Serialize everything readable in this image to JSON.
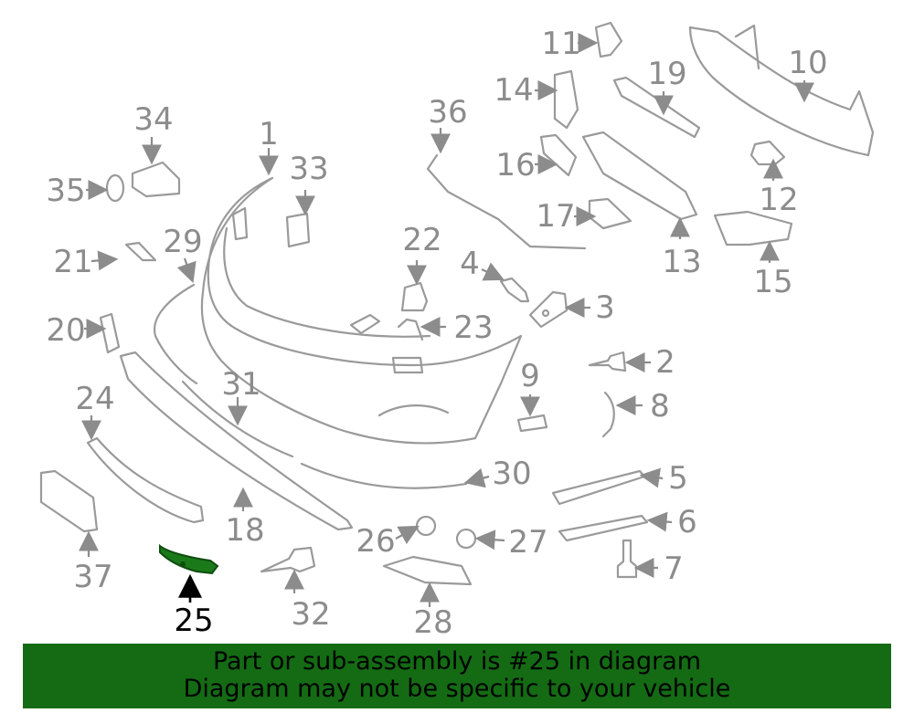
{
  "highlight": {
    "part": "25",
    "color": "#1a7a1a"
  },
  "callouts": {
    "c1": "1",
    "c2": "2",
    "c3": "3",
    "c4": "4",
    "c5": "5",
    "c6": "6",
    "c7": "7",
    "c8": "8",
    "c9": "9",
    "c10": "10",
    "c11": "11",
    "c12": "12",
    "c13": "13",
    "c14": "14",
    "c15": "15",
    "c16": "16",
    "c17": "17",
    "c18": "18",
    "c19": "19",
    "c20": "20",
    "c21": "21",
    "c22": "22",
    "c23": "23",
    "c24": "24",
    "c25": "25",
    "c26": "26",
    "c27": "27",
    "c28": "28",
    "c29": "29",
    "c30": "30",
    "c31": "31",
    "c32": "32",
    "c33": "33",
    "c34": "34",
    "c35": "35",
    "c36": "36",
    "c37": "37"
  },
  "banner": {
    "line1": "Part or sub-assembly is #25 in diagram",
    "line2": "Diagram may not be specific to your vehicle",
    "color": "#146b14"
  }
}
